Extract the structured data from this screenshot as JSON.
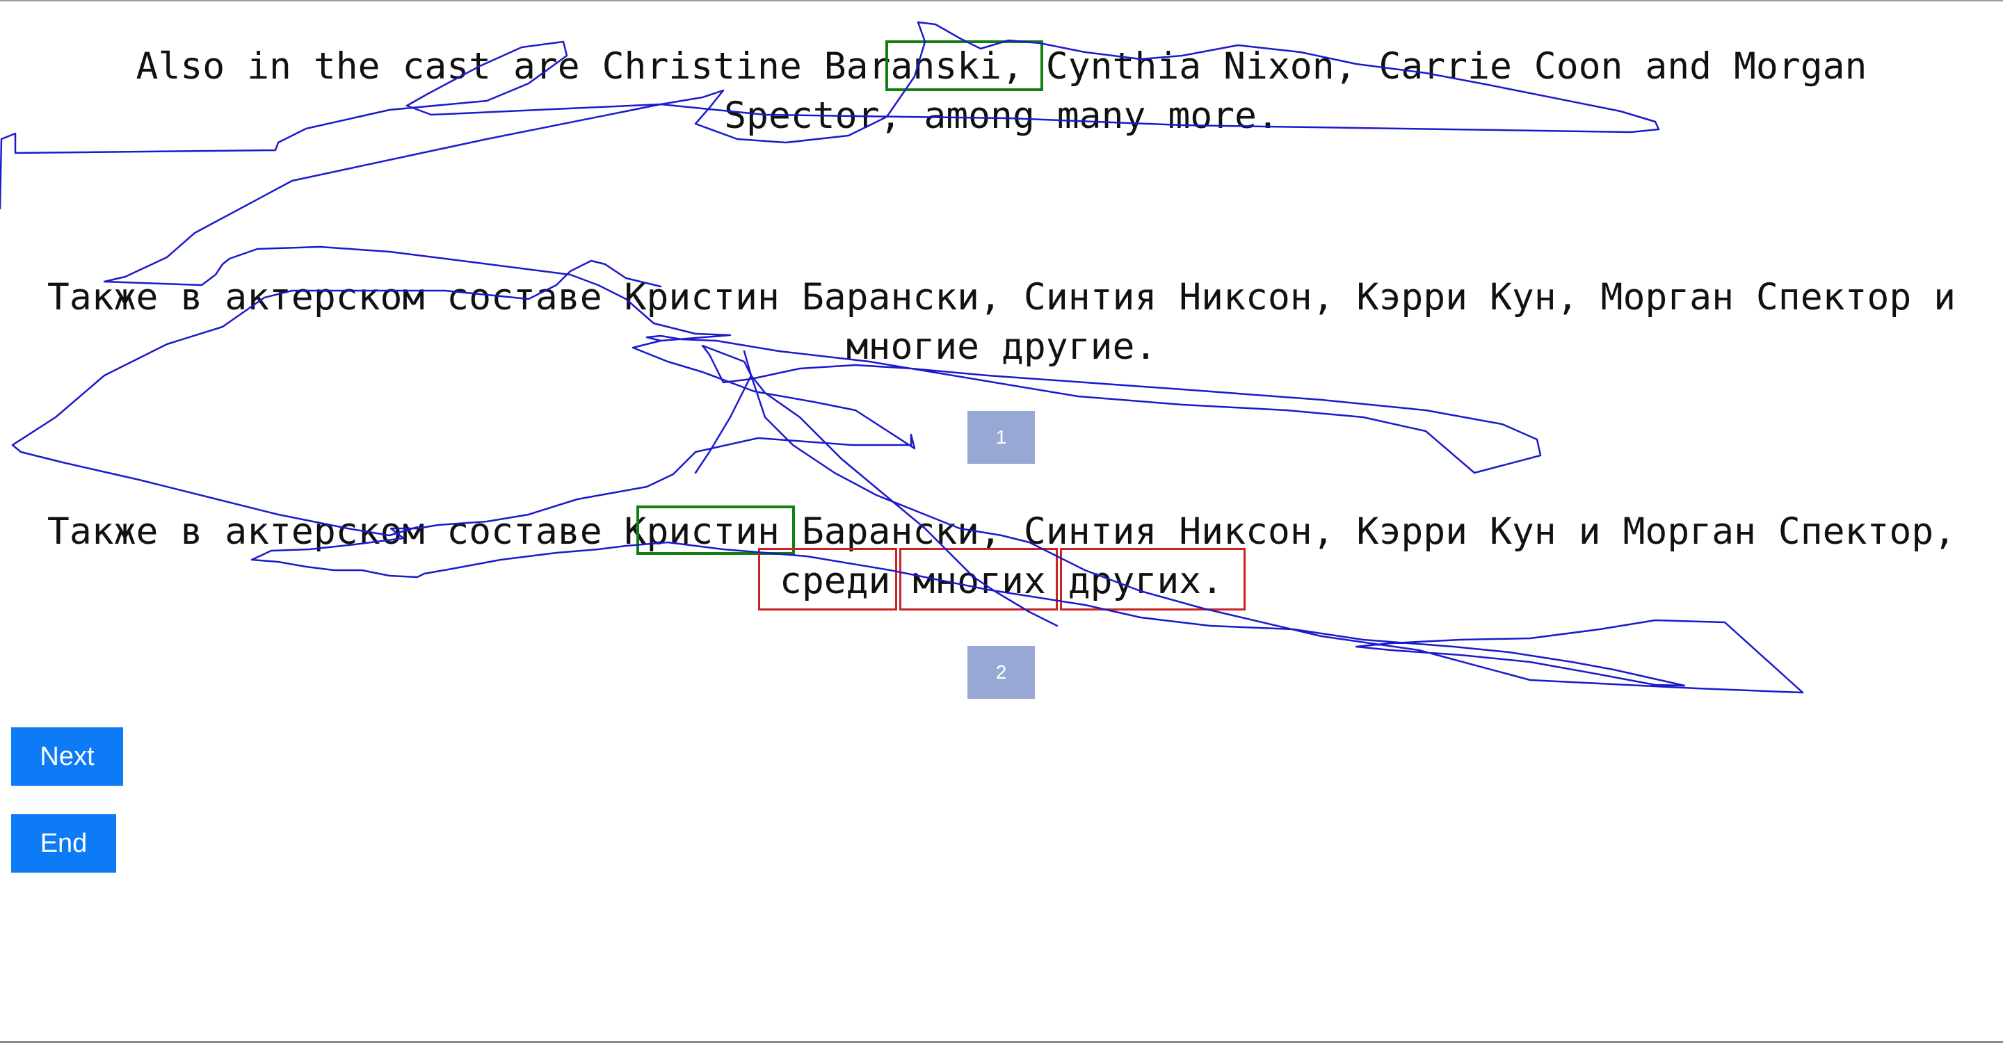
{
  "source": {
    "text": "Also in the cast are Christine Baranski, Cynthia Nixon, Carrie Coon and Morgan Spector, among many more."
  },
  "reference": {
    "text": "Также в актерском составе Кристин Барански, Синтия Никсон, Кэрри Кун, Морган Спектор и многие другие."
  },
  "hypothesis": {
    "text": "Также в актерском составе Кристин Барански, Синтия Никсон, Кэрри Кун и Морган Спектор, среди многих других."
  },
  "badges": {
    "first": "1",
    "second": "2"
  },
  "buttons": {
    "next": "Next",
    "end": "End"
  },
  "colors": {
    "badge": "#96a8d3",
    "button": "#0d7bf5",
    "match_highlight": "#127f12",
    "error_highlight": "#cc2222",
    "pen_stroke": "#1a1acc"
  }
}
